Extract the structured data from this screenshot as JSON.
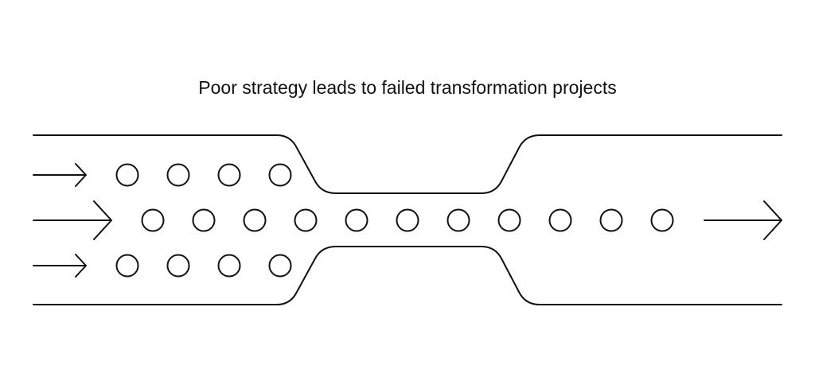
{
  "title": "Poor strategy leads to failed transformation projects",
  "stroke_color": "#111111",
  "rows": {
    "top_circle_count": 4,
    "middle_circle_count": 11,
    "bottom_circle_count": 4
  }
}
